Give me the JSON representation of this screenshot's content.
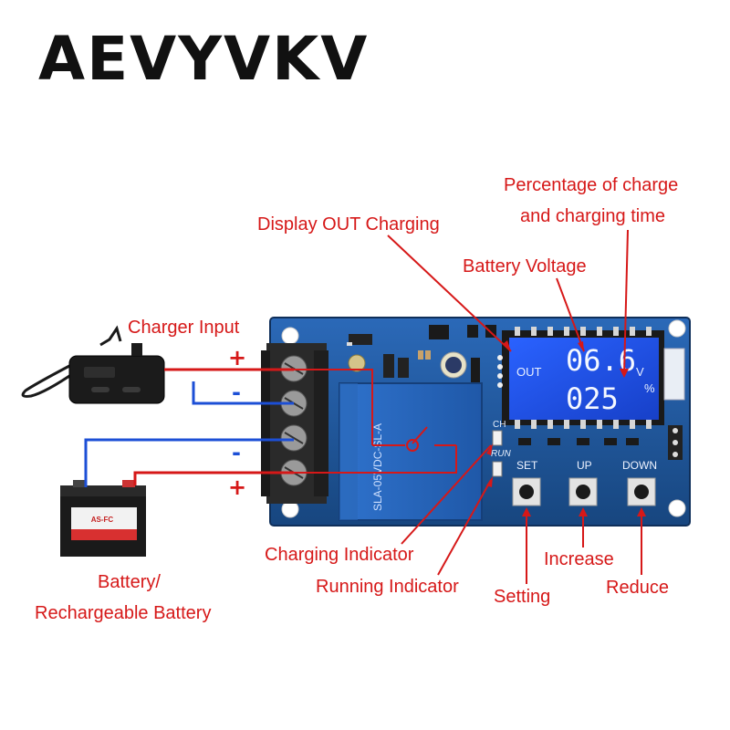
{
  "brand": "AEVYVKV",
  "display": {
    "out": "OUT",
    "voltage": "06.6",
    "voltage_unit": "V",
    "percent": "025",
    "percent_unit": "%"
  },
  "buttons": {
    "set": "SET",
    "up": "UP",
    "down": "DOWN"
  },
  "board": {
    "relay_text": "SLA-05VDC-SL-A",
    "ch": "CH",
    "run": "RUN"
  },
  "battery_label": "AS-FC",
  "labels": {
    "display_out": "Display OUT Charging",
    "percentage_line1": "Percentage of charge",
    "percentage_line2": "and charging time",
    "battery_voltage": "Battery Voltage",
    "charger_input": "Charger Input",
    "charging_indicator": "Charging Indicator",
    "running_indicator": "Running Indicator",
    "setting": "Setting",
    "increase": "Increase",
    "reduce": "Reduce",
    "battery_line1": "Battery/",
    "battery_line2": "Rechargeable Battery"
  },
  "signs": {
    "plus_top": "+",
    "minus_top": "-",
    "minus_bottom": "-",
    "plus_bottom": "+"
  },
  "colors": {
    "board": "#1f5aa8",
    "lcd": "#2f6ff5",
    "positive_wire": "#d61818",
    "negative_wire": "#1c4fd6",
    "annotation": "#d61818"
  }
}
